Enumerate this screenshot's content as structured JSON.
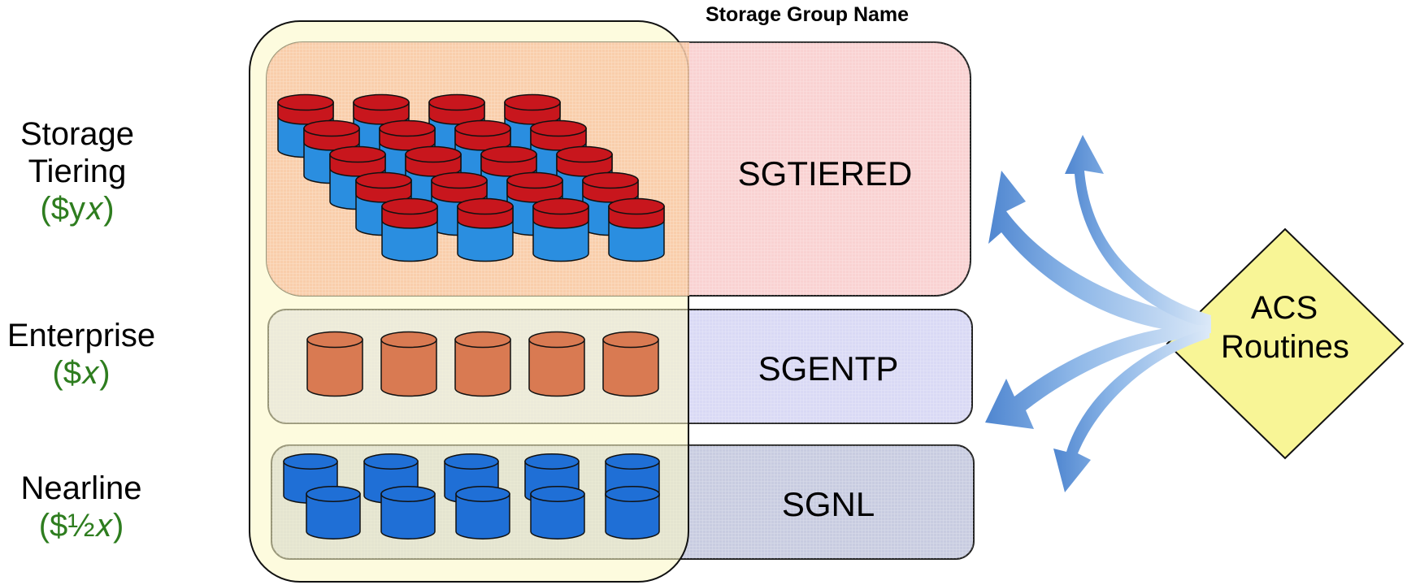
{
  "header": {
    "storage_group_title": "Storage Group Name"
  },
  "tiers": [
    {
      "name_line1": "Storage",
      "name_line2": "Tiering",
      "cost": "($y𝑥)"
    },
    {
      "name_line1": "Enterprise",
      "name_line2": "",
      "cost": "($𝑥)"
    },
    {
      "name_line1": "Nearline",
      "name_line2": "",
      "cost": "($½𝑥)"
    }
  ],
  "storage_groups": [
    "SGTIERED",
    "SGENTP",
    "SGNL"
  ],
  "acs": {
    "line1": "ACS",
    "line2": "Routines"
  },
  "colors": {
    "tiered_band": "#f9d2d2",
    "tiered_inner": "#f8c9a6",
    "enterprise_band": "#d9d9f5",
    "nearline_band": "#c8cce0",
    "tiering_outline_fill": "#fbf7c2",
    "ssd_cap": "#c8161d",
    "ssd_body": "#2a8ee0",
    "enterprise_disk": "#d97a52",
    "nearline_disk": "#1f6fd6",
    "acs_diamond": "#f8f596",
    "arrows": "#6aa0dc",
    "cost_text": "#2e7d1f"
  }
}
